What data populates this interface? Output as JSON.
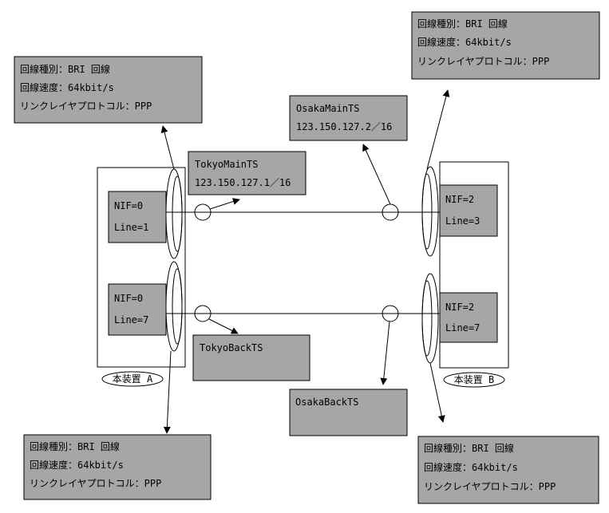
{
  "line_info_boxes": {
    "top_left": {
      "type": "回線種別：BRI 回線",
      "speed": "回線速度：64kbit/s",
      "protocol": "リンクレイヤプロトコル：PPP"
    },
    "top_right": {
      "type": "回線種別：BRI 回線",
      "speed": "回線速度：64kbit/s",
      "protocol": "リンクレイヤプロトコル：PPP"
    },
    "bottom_left": {
      "type": "回線種別：BRI 回線",
      "speed": "回線速度：64kbit/s",
      "protocol": "リンクレイヤプロトコル：PPP"
    },
    "bottom_right": {
      "type": "回線種別：BRI 回線",
      "speed": "回線速度：64kbit/s",
      "protocol": "リンクレイヤプロトコル：PPP"
    }
  },
  "trunks": {
    "tokyo_main": {
      "name": "TokyoMainTS",
      "addr": "123.150.127.1／16"
    },
    "osaka_main": {
      "name": "OsakaMainTS",
      "addr": "123.150.127.2／16"
    },
    "tokyo_back": {
      "name": "TokyoBackTS"
    },
    "osaka_back": {
      "name": "OsakaBackTS"
    }
  },
  "device_a": {
    "label": "本装置 A",
    "ports": [
      {
        "nif": "NIF=0",
        "line": "Line=1"
      },
      {
        "nif": "NIF=0",
        "line": "Line=7"
      }
    ]
  },
  "device_b": {
    "label": "本装置 B",
    "ports": [
      {
        "nif": "NIF=2",
        "line": "Line=3"
      },
      {
        "nif": "NIF=2",
        "line": "Line=7"
      }
    ]
  },
  "colors": {
    "box_fill": "#a6a6a6",
    "line": "#000000",
    "background": "#ffffff"
  }
}
